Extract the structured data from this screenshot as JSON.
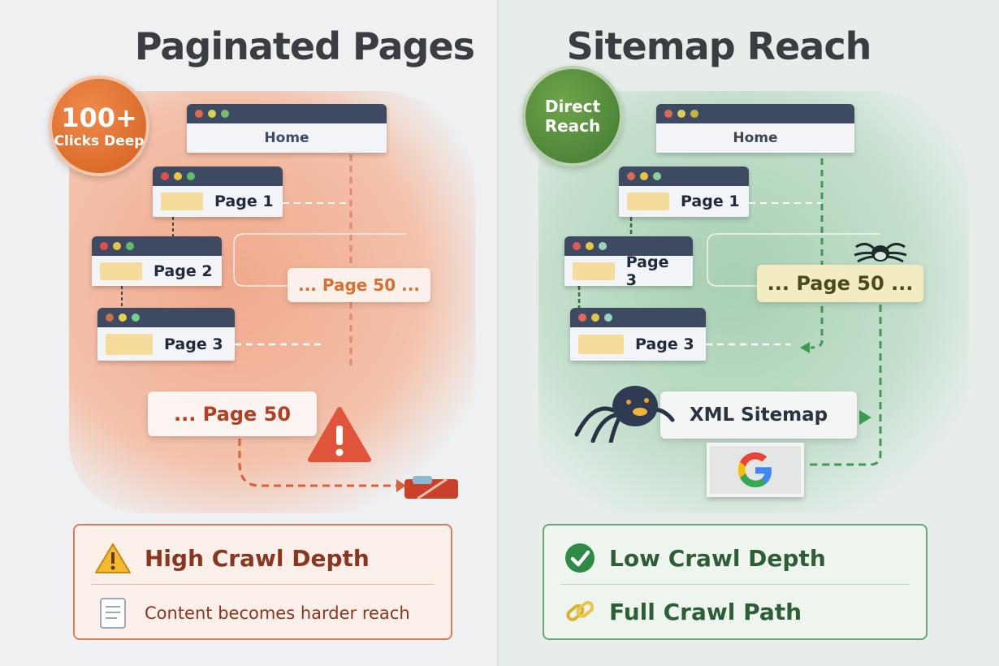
{
  "left": {
    "title": "Paginated Pages",
    "badge": {
      "line1": "100+",
      "line2": "Clicks Deep"
    },
    "windows": [
      "Home",
      "Page 1",
      "Page 2",
      "Page 3"
    ],
    "mid_box": "... Page 50 ...",
    "deep_box": "... Page 50",
    "summary": {
      "heading": "High Crawl Depth",
      "text": "Content becomes harder reach",
      "heading_icon": "warning-icon",
      "text_icon": "document-icon"
    },
    "accent": "#d9623a"
  },
  "right": {
    "title": "Sitemap Reach",
    "badge": {
      "line1": "Direct",
      "line2": "Reach"
    },
    "windows": [
      "Home",
      "Page 1",
      "Page 3",
      "Page 3"
    ],
    "mid_box": "... Page 50 ...",
    "sitemap_box": "XML Sitemap",
    "search_engine_icon": "google-icon",
    "summary": {
      "heading": "Low Crawl Depth",
      "text": "Full Crawl Path",
      "heading_icon": "checkmark-icon",
      "text_icon": "link-icon"
    },
    "accent": "#3f8a4e"
  }
}
